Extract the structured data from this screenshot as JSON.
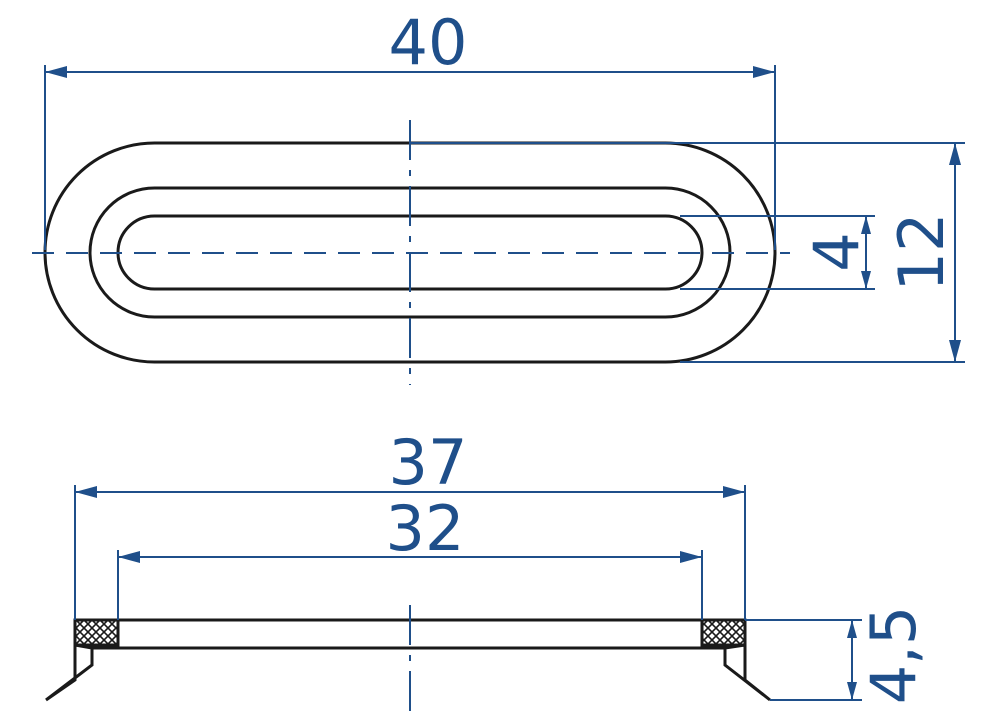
{
  "top_view": {
    "length": "40",
    "overall_height": "12",
    "slot_width": "4"
  },
  "side_view": {
    "outer_length": "37",
    "inner_length": "32",
    "thickness": "4,5"
  },
  "colors": {
    "dimension": "#1f4f8a",
    "outline": "#1a1a1a",
    "background": "#ffffff"
  }
}
